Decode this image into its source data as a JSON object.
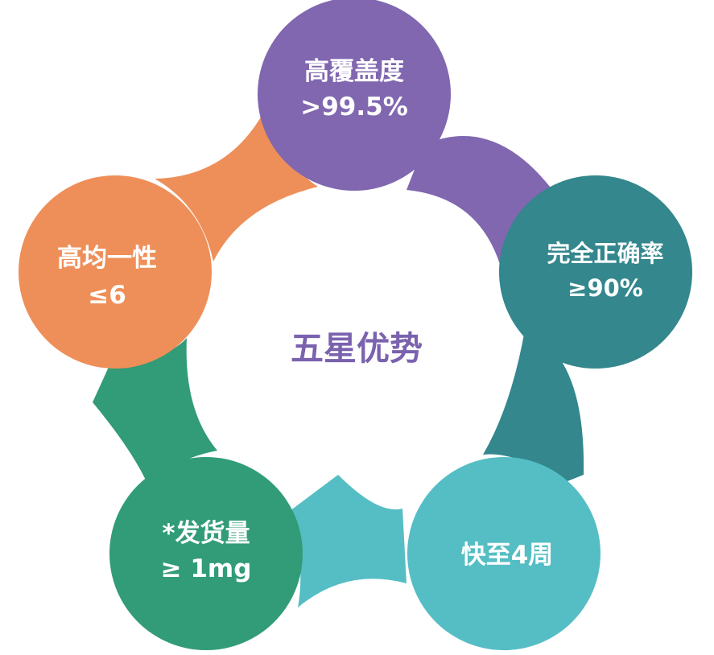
{
  "center": {
    "label": "五星优势",
    "color": "#7A62AE"
  },
  "advantages": [
    {
      "line1": "高覆盖度",
      "line2": ">99.5%",
      "color": "#8067B0"
    },
    {
      "line1": "完全正确率",
      "line2": "≥90%",
      "color": "#33878D"
    },
    {
      "line1": "快至4周",
      "line2": "",
      "color": "#55BEC4"
    },
    {
      "line1": "*发货量",
      "line2": "≥ 1mg",
      "color": "#329C78"
    },
    {
      "line1": "高均一性",
      "line2": "≤6",
      "color": "#EE8F59"
    }
  ]
}
